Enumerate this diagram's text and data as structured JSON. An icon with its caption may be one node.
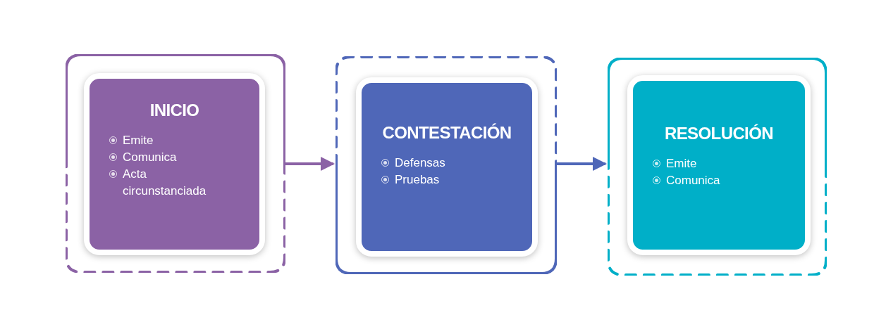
{
  "diagram": {
    "nodes": [
      {
        "text": [],
        "shape": "box"
      },
      {
        "text": [
          "INICIO",
          "Emite",
          "Comunica",
          "Acta circunstanciada"
        ],
        "in": 0
      },
      {
        "text": [],
        "shape": "box"
      },
      {
        "text": [
          "CONTESTACIÓN",
          "Defensas",
          "Pruebas"
        ],
        "in": 2
      },
      {
        "text": [],
        "shape": "box"
      },
      {
        "text": [
          "RESOLUCIÓN",
          "Emite",
          "Comunica"
        ],
        "in": 4
      }
    ],
    "edges": [
      {
        "from": 0,
        "to": 2,
        "arrow": "to",
        "color": "#8b62a5"
      },
      {
        "from": 2,
        "to": 4,
        "arrow": "to",
        "color": "#4f67b8"
      }
    ]
  }
}
